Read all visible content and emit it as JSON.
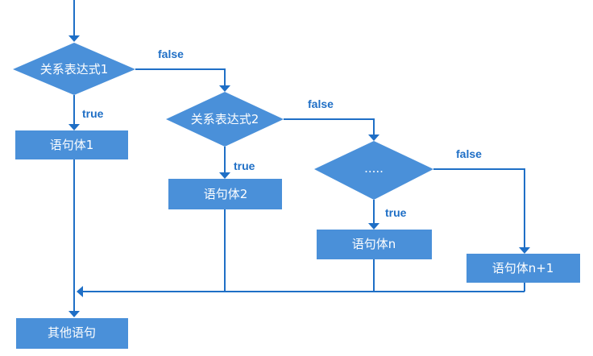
{
  "diagram": {
    "nodes": {
      "cond1": "关系表达式1",
      "cond2": "关系表达式2",
      "cond3": ".....",
      "stmt1": "语句体1",
      "stmt2": "语句体2",
      "stmtn": "语句体n",
      "stmtn1": "语句体n+1",
      "other": "其他语句"
    },
    "labels": {
      "true1": "true",
      "true2": "true",
      "true3": "true",
      "false1": "false",
      "false2": "false",
      "false3": "false"
    }
  }
}
